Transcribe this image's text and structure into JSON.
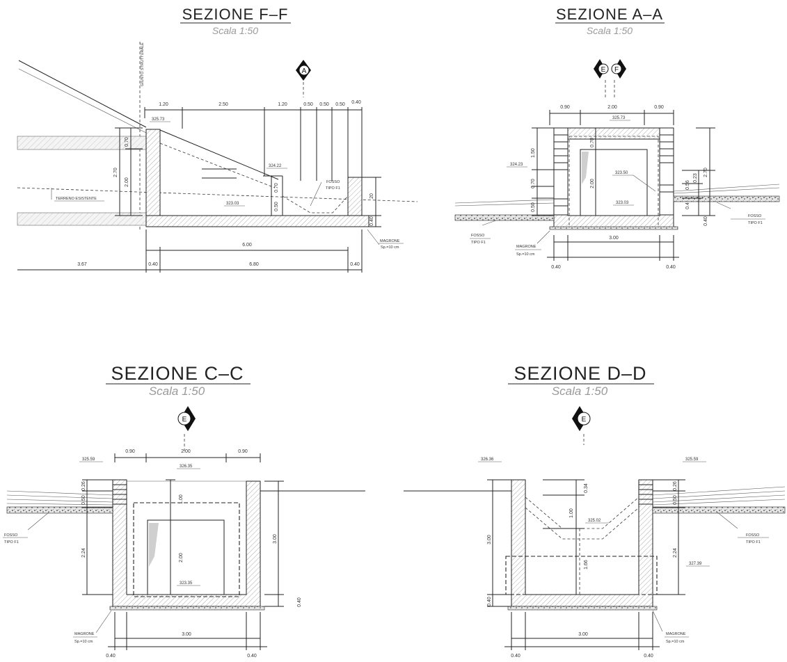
{
  "sections": [
    {
      "id": "FF",
      "title": "SEZIONE F–F",
      "scale": "Scala 1:50",
      "markers": [
        "A"
      ],
      "dims_top": [
        "1.20",
        "2.50",
        "1.20",
        "0.50",
        "0.50",
        "0.50",
        "0.40"
      ],
      "dims_left": [
        "0.70",
        "2.00",
        "2.70",
        "0.70",
        "0.50"
      ],
      "dims_right": [
        "20",
        "0.40"
      ],
      "dims_bottom": [
        "6.00",
        "3.67",
        "0.40",
        "6.80",
        "0.40"
      ],
      "elevations": [
        "325.73",
        "324.22",
        "323.03"
      ],
      "labels": {
        "axis": "GIUNTO STRUTTURALE",
        "terrain": "TERRENO ESISTENTE",
        "fosso": "FOSSO",
        "tipo": "TIPO F1",
        "magrone": "MAGRONE",
        "sp": "Sp.=10 cm"
      }
    },
    {
      "id": "AA",
      "title": "SEZIONE A–A",
      "scale": "Scala 1:50",
      "markers": [
        "E",
        "F"
      ],
      "dims_top": [
        "0.90",
        "2.00",
        "0.90"
      ],
      "dims_left": [
        "1.50",
        "0.70",
        "0.50",
        "0.70"
      ],
      "dims_inner": [
        "2.00"
      ],
      "dims_right": [
        "0.23",
        "2.70",
        "0.56",
        "0.4",
        "0.40"
      ],
      "dims_bottom": [
        "3.00",
        "0.40",
        "0.40"
      ],
      "elevations": [
        "325.73",
        "324.23",
        "323.50",
        "323.03"
      ],
      "labels": {
        "fosso_l": "FOSSO",
        "tipo_l": "TIPO F1",
        "fosso_r": "FOSSO",
        "tipo_r": "TIPO F1",
        "magrone": "MAGRONE",
        "sp": "Sp.=10 cm"
      }
    },
    {
      "id": "CC",
      "title": "SEZIONE C–C",
      "scale": "Scala 1:50",
      "markers": [
        "E"
      ],
      "dims_top": [
        "0.90",
        "2.00",
        "0.90"
      ],
      "dims_left": [
        "0.26",
        "0.50",
        "2.24"
      ],
      "dims_inner": [
        "1.00",
        "2.00"
      ],
      "dims_right": [
        "3.00",
        "0.40"
      ],
      "dims_bottom": [
        "3.00",
        "0.40",
        "0.40"
      ],
      "elevations": [
        "325.59",
        "326.35",
        "323.35"
      ],
      "labels": {
        "fosso": "FOSSO",
        "tipo": "TIPO F1",
        "magrone": "MAGRONE",
        "sp": "Sp.=10 cm"
      }
    },
    {
      "id": "DD",
      "title": "SEZIONE D–D",
      "scale": "Scala 1:50",
      "markers": [
        "E"
      ],
      "dims_inner": [
        "0.34",
        "1.00",
        "1.66"
      ],
      "dims_left": [
        "3.00",
        "0.40"
      ],
      "dims_right": [
        "0.26",
        "0.50",
        "2.24"
      ],
      "dims_bottom": [
        "3.00",
        "0.40",
        "0.40"
      ],
      "elevations": [
        "326.36",
        "325.59",
        "325.02",
        "327.39"
      ],
      "labels": {
        "fosso": "FOSSO",
        "tipo": "TIPO F1",
        "magrone": "MAGRONE",
        "sp": "Sp.=10 cm"
      }
    }
  ]
}
